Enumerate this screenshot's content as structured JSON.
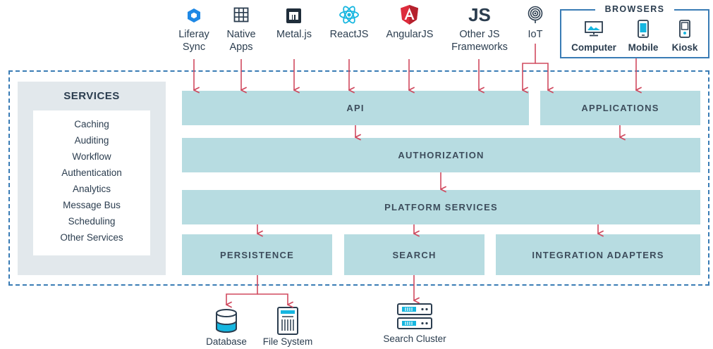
{
  "colors": {
    "block_fill": "#b7dce1",
    "panel_fill": "#e2e8ec",
    "frame_border": "#3a7cb5",
    "arrow": "#d04a5f",
    "text": "#2b3d4f",
    "liferay_blue": "#1e88e5",
    "react_cyan": "#16b6e0",
    "angular_red": "#dd2c3c"
  },
  "clients": [
    {
      "label": "Liferay\nSync",
      "icon": "liferay-sync-icon"
    },
    {
      "label": "Native\nApps",
      "icon": "grid-icon"
    },
    {
      "label": "Metal.js",
      "icon": "metaljs-icon"
    },
    {
      "label": "ReactJS",
      "icon": "react-icon"
    },
    {
      "label": "AngularJS",
      "icon": "angular-icon"
    },
    {
      "label": "Other JS\nFrameworks",
      "icon": "js-icon"
    },
    {
      "label": "IoT",
      "icon": "iot-icon"
    }
  ],
  "js_glyph": "JS",
  "browsers": {
    "title": "BROWSERS",
    "items": [
      {
        "label": "Computer",
        "icon": "monitor-icon"
      },
      {
        "label": "Mobile",
        "icon": "phone-icon"
      },
      {
        "label": "Kiosk",
        "icon": "kiosk-icon"
      }
    ]
  },
  "services": {
    "title": "SERVICES",
    "items": [
      "Caching",
      "Auditing",
      "Workflow",
      "Authentication",
      "Analytics",
      "Message Bus",
      "Scheduling",
      "Other Services"
    ]
  },
  "layers": {
    "api": "API",
    "applications": "APPLICATIONS",
    "authorization": "AUTHORIZATION",
    "platform_services": "PLATFORM SERVICES",
    "persistence": "PERSISTENCE",
    "search": "SEARCH",
    "integration_adapters": "INTEGRATION ADAPTERS"
  },
  "storage": [
    {
      "label": "Database",
      "icon": "database-icon"
    },
    {
      "label": "File System",
      "icon": "file-system-icon"
    },
    {
      "label": "Search Cluster",
      "icon": "server-cluster-icon"
    }
  ]
}
